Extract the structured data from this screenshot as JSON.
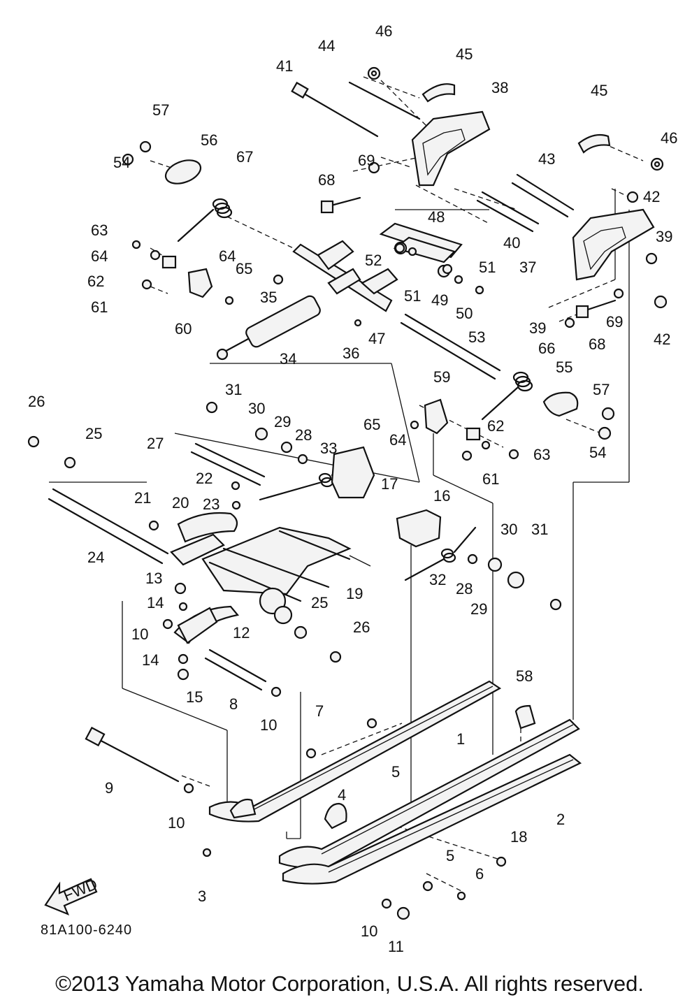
{
  "diagram_code": "81A100-6240",
  "copyright": "©2013 Yamaha Motor Corporation, U.S.A. All rights reserved.",
  "fwd_label": "FWD",
  "callouts": [
    "1",
    "2",
    "3",
    "4",
    "5",
    "5",
    "6",
    "7",
    "8",
    "9",
    "10",
    "10",
    "10",
    "10",
    "11",
    "12",
    "13",
    "14",
    "14",
    "15",
    "16",
    "17",
    "18",
    "19",
    "20",
    "21",
    "22",
    "23",
    "24",
    "25",
    "25",
    "26",
    "26",
    "27",
    "28",
    "28",
    "29",
    "29",
    "30",
    "30",
    "31",
    "31",
    "32",
    "33",
    "34",
    "35",
    "36",
    "37",
    "38",
    "39",
    "39",
    "40",
    "41",
    "42",
    "42",
    "43",
    "44",
    "45",
    "45",
    "46",
    "46",
    "47",
    "48",
    "49",
    "50",
    "51",
    "51",
    "52",
    "53",
    "54",
    "54",
    "55",
    "56",
    "57",
    "57",
    "58",
    "59",
    "60",
    "61",
    "61",
    "62",
    "62",
    "63",
    "63",
    "64",
    "64",
    "64",
    "65",
    "65",
    "66",
    "67",
    "68",
    "68",
    "69",
    "69"
  ]
}
